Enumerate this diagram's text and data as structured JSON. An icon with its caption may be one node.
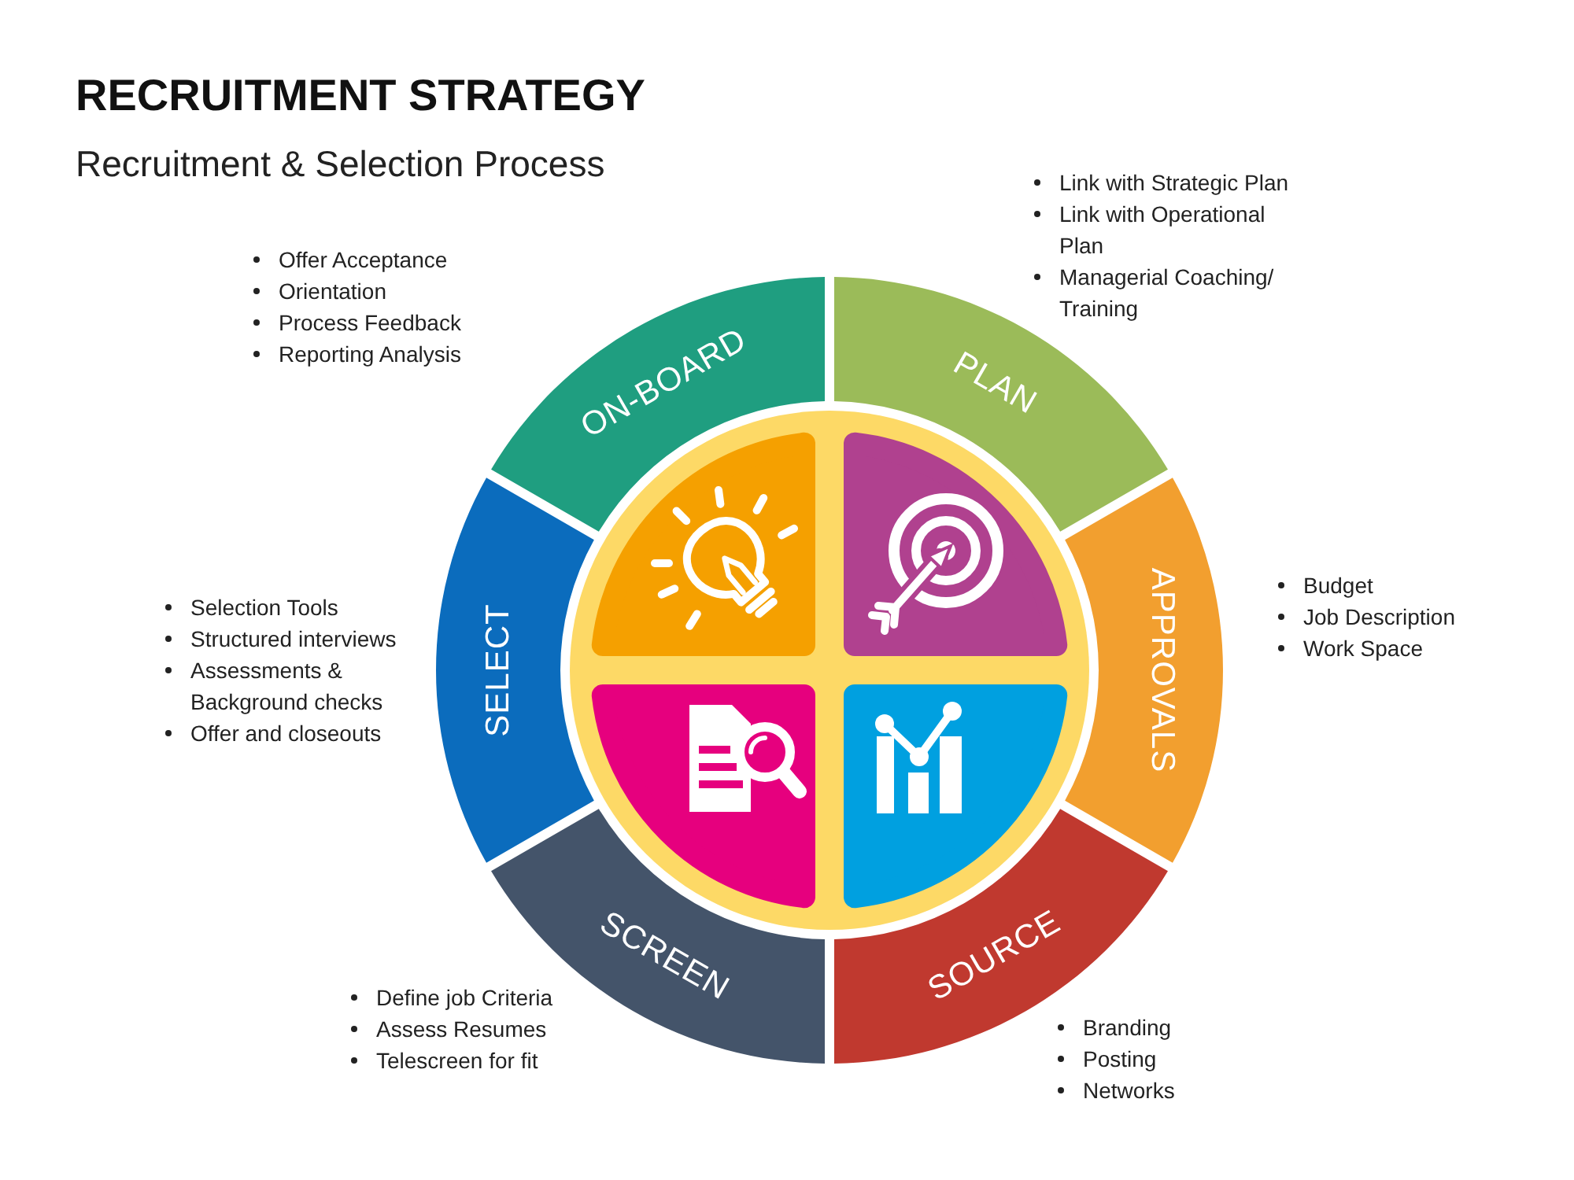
{
  "diagram": {
    "title": "RECRUITMENT STRATEGY",
    "nodes": [
      {
        "text": [
          "PLAN"
        ],
        "beside": [
          "Link with Strategic Plan",
          "Link with Operational Plan",
          "Managerial Coaching/ Training"
        ]
      },
      {
        "text": [
          "APPROVALS"
        ],
        "beside": [
          "Budget",
          "Job Description",
          "Work Space"
        ]
      },
      {
        "text": [
          "SOURCE"
        ],
        "beside": [
          "Branding",
          "Posting",
          "Networks"
        ]
      },
      {
        "text": [
          "SCREEN"
        ],
        "beside": [
          "Define job Criteria",
          "Assess Resumes",
          "Telescreen for fit"
        ]
      },
      {
        "text": [
          "SELECT"
        ],
        "beside": [
          "Selection Tools",
          "Structured interviews",
          "Assessments & Background checks",
          "Offer and closeouts"
        ]
      },
      {
        "text": [
          "ON-BOARD"
        ],
        "beside": [
          "Offer Acceptance",
          "Orientation",
          "Process Feedback",
          "Reporting Analysis"
        ]
      }
    ],
    "labels": [
      "Recruitment & Selection Process"
    ]
  }
}
